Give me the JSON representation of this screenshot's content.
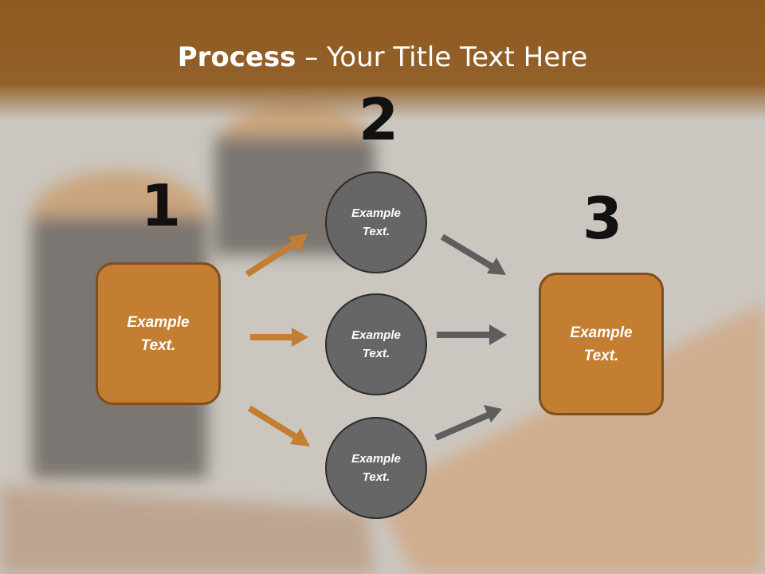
{
  "title": {
    "bold": "Process",
    "rest": " – Your Title Text Here"
  },
  "steps": {
    "one": {
      "number": "1",
      "text": "Example Text."
    },
    "two": {
      "number": "2"
    },
    "three": {
      "number": "3",
      "text": "Example Text."
    }
  },
  "circles": [
    {
      "text": "Example Text."
    },
    {
      "text": "Example Text."
    },
    {
      "text": "Example Text."
    }
  ],
  "colors": {
    "orange": "#c47e31",
    "gray": "#666666",
    "header": "#8d5a1f"
  }
}
